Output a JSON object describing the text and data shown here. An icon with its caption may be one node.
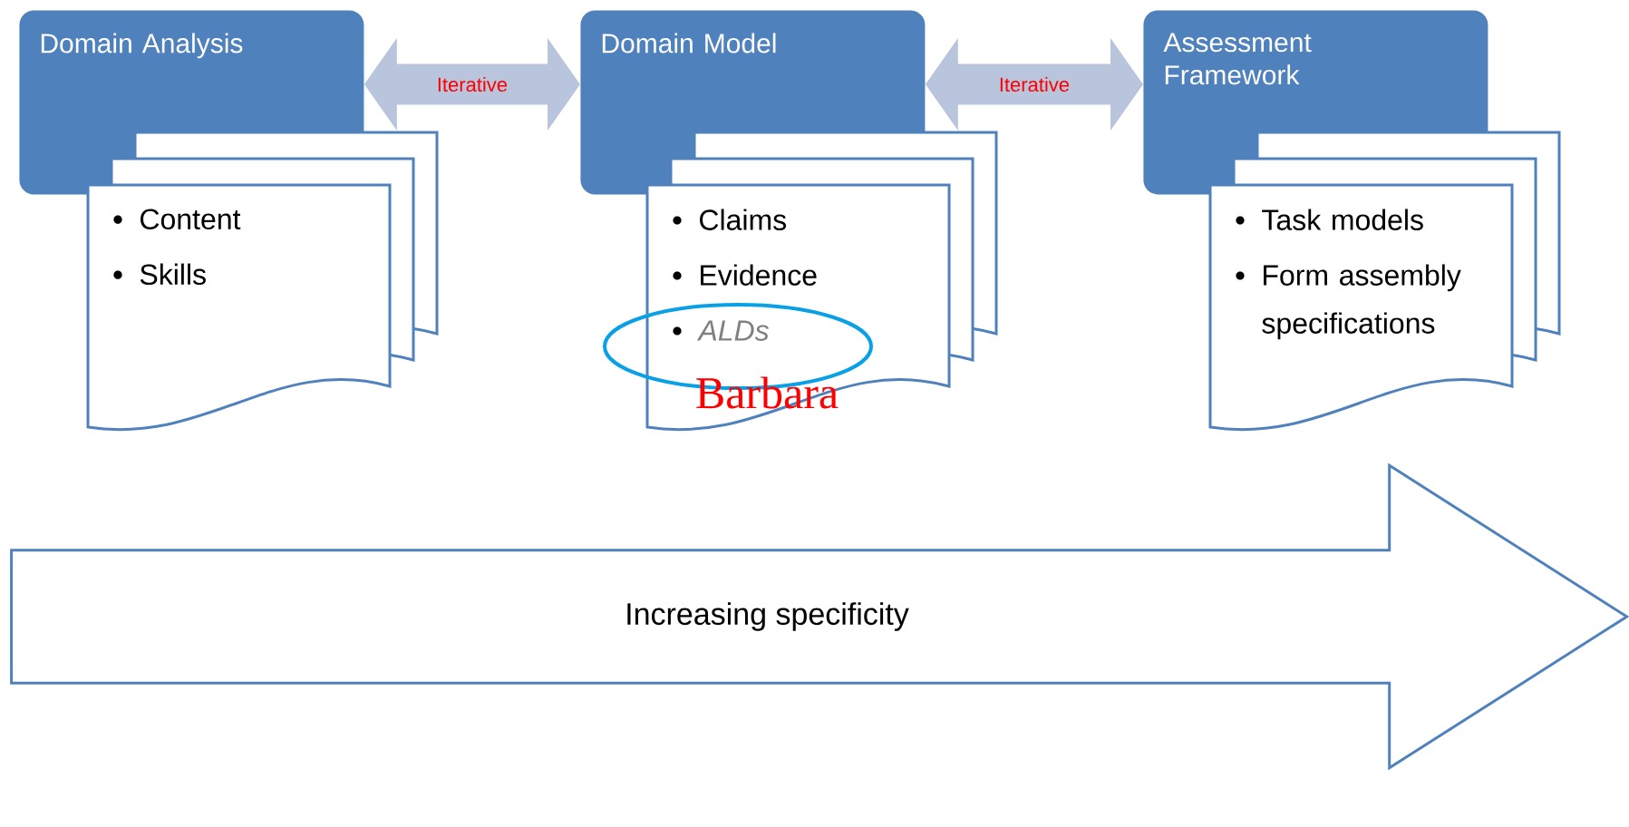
{
  "diagram": {
    "nodes": [
      {
        "text": [
          "Domain Analysis"
        ]
      },
      {
        "text": [
          "Content",
          "Skills"
        ]
      },
      {
        "text": [
          "Domain Model"
        ]
      },
      {
        "text": [
          "Claims",
          "Evidence",
          "ALDs"
        ]
      },
      {
        "text": [
          "Assessment Framework"
        ]
      },
      {
        "text": [
          "Task models",
          "Form assembly specifications"
        ]
      },
      {
        "text": [
          "Increasing specificity"
        ]
      }
    ],
    "edges": [
      {
        "from": 0,
        "to": 2,
        "arrow": "both",
        "label": "Iterative"
      },
      {
        "from": 2,
        "to": 4,
        "arrow": "both",
        "label": "Iterative"
      }
    ],
    "labels": [
      "Barbara"
    ]
  }
}
